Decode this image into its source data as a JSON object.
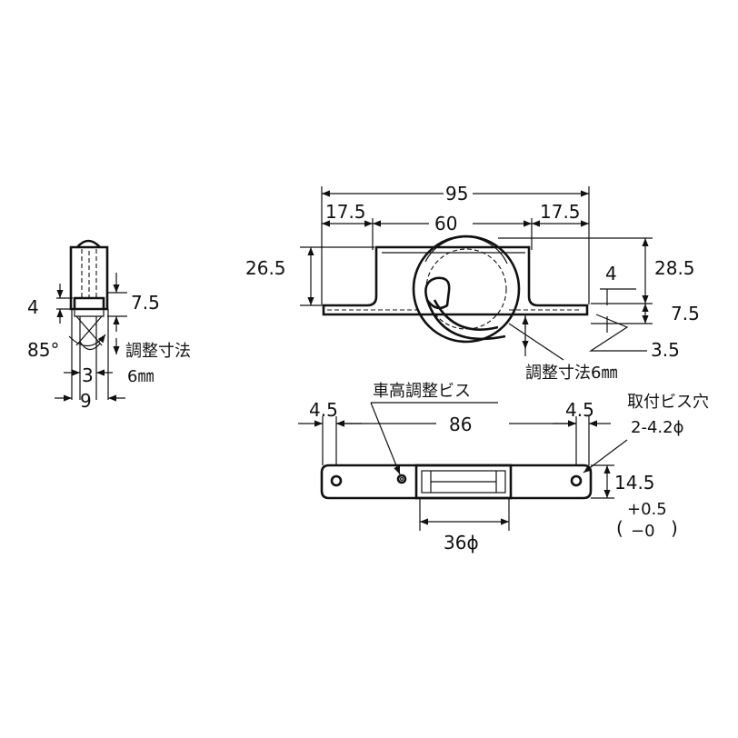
{
  "side_view": {
    "dim_4": "4",
    "dim_7_5": "7.5",
    "angle": "85°",
    "adjust_label": "調整寸法",
    "adjust_value": "6㎜",
    "dim_3": "3",
    "dim_9": "9"
  },
  "front_view": {
    "dim_95": "95",
    "dim_17_5_left": "17.5",
    "dim_60": "60",
    "dim_17_5_right": "17.5",
    "dim_26_5": "26.5",
    "dim_28_5": "28.5",
    "dim_4": "4",
    "dim_7_5": "7.5",
    "dim_3_5": "3.5",
    "adjust_label": "調整寸法6㎜"
  },
  "bottom_view": {
    "height_screw_label": "車高調整ビス",
    "dim_4_5_left": "4.5",
    "dim_86": "86",
    "dim_4_5_right": "4.5",
    "mount_hole_label": "取付ビス穴",
    "mount_hole_spec": "2-4.2ϕ",
    "dim_14_5": "14.5",
    "tol_plus": "+0.5",
    "tol_minus": "−0",
    "dim_36": "36ϕ"
  }
}
